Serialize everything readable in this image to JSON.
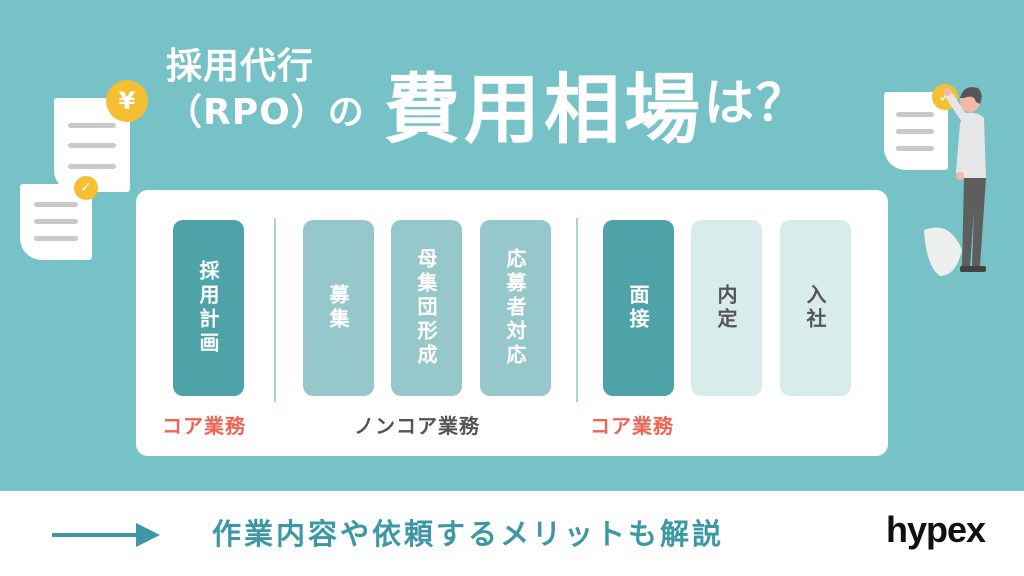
{
  "title": {
    "line1": "採用代行",
    "line2": "（RPO）の",
    "main": "費用相場",
    "suffix": "は？"
  },
  "process": {
    "columns": [
      {
        "label": "採用計画",
        "type": "core"
      },
      {
        "label": "募集",
        "type": "noncore"
      },
      {
        "label": "母集団形成",
        "type": "noncore"
      },
      {
        "label": "応募者対応",
        "type": "noncore"
      },
      {
        "label": "面接",
        "type": "core"
      },
      {
        "label": "内定",
        "type": "other"
      },
      {
        "label": "入社",
        "type": "other"
      }
    ],
    "group_labels": [
      {
        "label": "コア業務",
        "type": "core"
      },
      {
        "label": "ノンコア業務",
        "type": "noncore"
      },
      {
        "label": "コア業務",
        "type": "core"
      }
    ]
  },
  "icons": {
    "yen_badge": "¥",
    "check_badge": "✓"
  },
  "footer": {
    "text": "作業内容や依頼するメリットも解説",
    "logo": "hypex"
  },
  "colors": {
    "background": "#76c2c7",
    "core": "#4ea3a8",
    "noncore": "#96c8cb",
    "other": "#d8ecec",
    "core_label": "#ef6454",
    "footer_text": "#3c98a7",
    "badge": "#f5bf31"
  }
}
